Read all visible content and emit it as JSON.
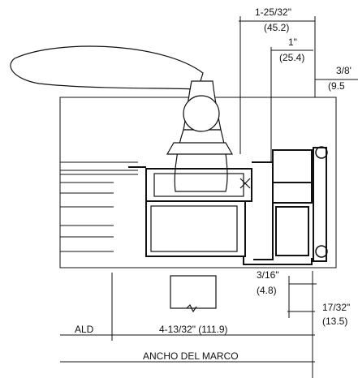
{
  "drawing": {
    "dimensions": {
      "top_overall": {
        "in": "1-25/32\"",
        "mm": "(45.2)"
      },
      "top_mid": {
        "in": "1\"",
        "mm": "(25.4)"
      },
      "top_right": {
        "in": "3/8'",
        "mm": "(9.5"
      },
      "mid_small": {
        "in": "3/16\"",
        "mm": "(4.8)"
      },
      "mid_right": {
        "in": "17/32\"",
        "mm": "(13.5)"
      },
      "bottom_width": "4-13/32\" (111.9)",
      "ald": "ALD",
      "frame": "ANCHO DEL MARCO"
    },
    "colors": {
      "line": "#111111",
      "fill": "#ffffff"
    }
  }
}
